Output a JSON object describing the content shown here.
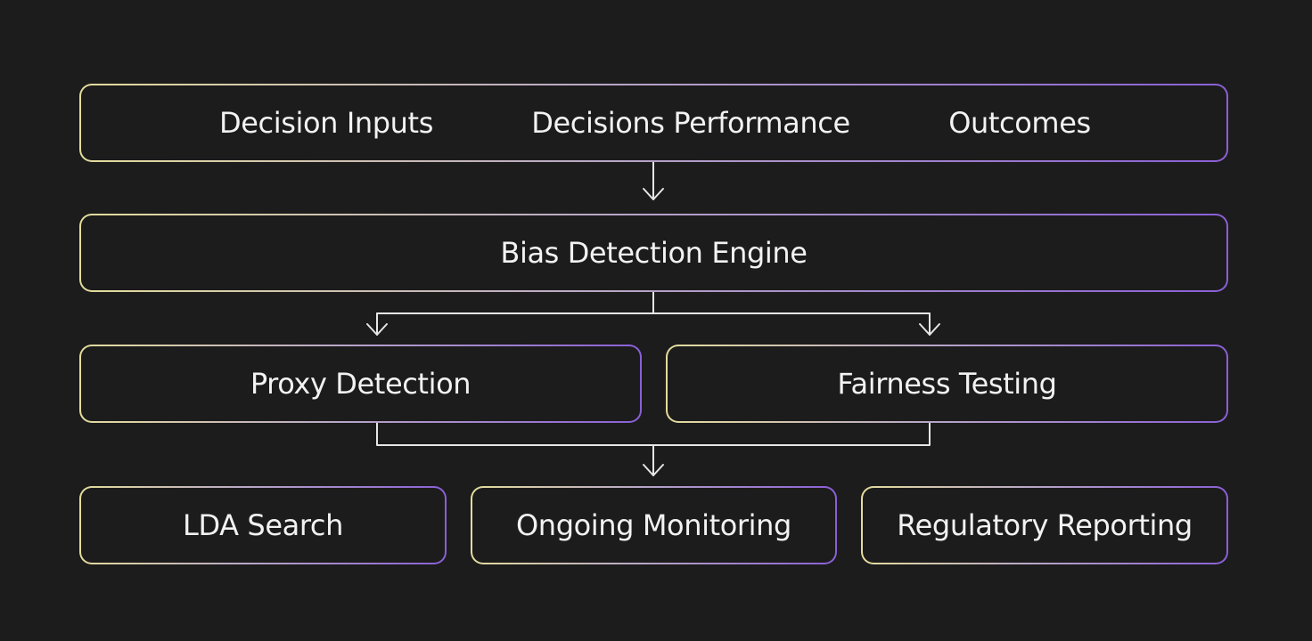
{
  "colors": {
    "background": "#1c1c1c",
    "border_start": "#e4dc9c",
    "border_end": "#8a5fd6",
    "text": "#f2f2f2",
    "connector": "#e6e6e6"
  },
  "diagram": {
    "top_row": {
      "items": [
        "Decision Inputs",
        "Decisions Performance",
        "Outcomes"
      ]
    },
    "engine": {
      "label": "Bias Detection Engine"
    },
    "middle_row": {
      "items": [
        "Proxy Detection",
        "Fairness Testing"
      ]
    },
    "bottom_row": {
      "items": [
        "LDA Search",
        "Ongoing Monitoring",
        "Regulatory Reporting"
      ]
    }
  }
}
